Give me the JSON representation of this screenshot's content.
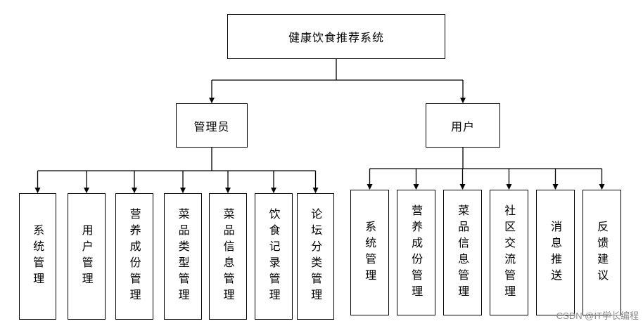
{
  "title": "健康饮食推荐系统",
  "groups": [
    {
      "name": "管理员",
      "modules": [
        "系统管理",
        "用户管理",
        "营养成份管理",
        "菜品类型管理",
        "菜品信息管理",
        "饮食记录管理",
        "论坛分类管理"
      ]
    },
    {
      "name": "用户",
      "modules": [
        "系统管理",
        "营养成份管理",
        "菜品信息管理",
        "社区交流管理",
        "消息推送",
        "反馈建议"
      ]
    }
  ],
  "watermark": "CSDN @IT学长编程"
}
